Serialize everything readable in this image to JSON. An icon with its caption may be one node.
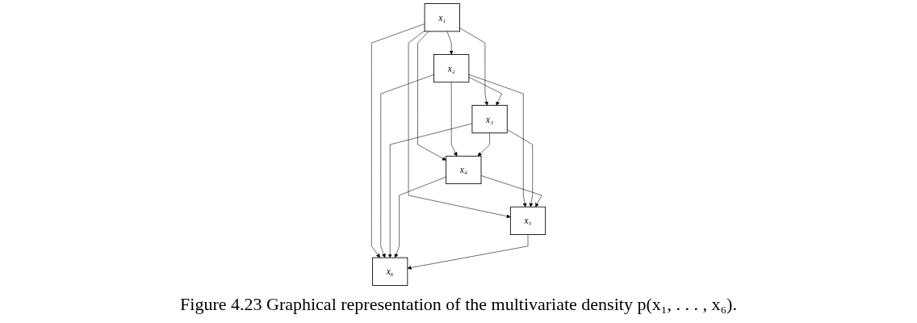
{
  "diagram": {
    "caption": "Figure 4.23 Graphical representation of the multivariate density p(x₁, . . . , x₆).",
    "nodes": [
      {
        "text": [
          "x₁"
        ]
      },
      {
        "text": [
          "x₂"
        ]
      },
      {
        "text": [
          "x₃"
        ]
      },
      {
        "text": [
          "x₄"
        ]
      },
      {
        "text": [
          "x₅"
        ]
      },
      {
        "text": [
          "x₆"
        ]
      }
    ],
    "edges": [
      {
        "from": 0,
        "to": 1,
        "arrow": "to"
      },
      {
        "from": 0,
        "to": 2,
        "arrow": "to"
      },
      {
        "from": 0,
        "to": 3,
        "arrow": "to"
      },
      {
        "from": 0,
        "to": 4,
        "arrow": "to"
      },
      {
        "from": 0,
        "to": 5,
        "arrow": "to"
      },
      {
        "from": 1,
        "to": 2,
        "arrow": "to"
      },
      {
        "from": 1,
        "to": 3,
        "arrow": "to"
      },
      {
        "from": 1,
        "to": 4,
        "arrow": "to"
      },
      {
        "from": 1,
        "to": 5,
        "arrow": "to"
      },
      {
        "from": 2,
        "to": 3,
        "arrow": "to"
      },
      {
        "from": 2,
        "to": 4,
        "arrow": "to"
      },
      {
        "from": 2,
        "to": 5,
        "arrow": "to"
      },
      {
        "from": 3,
        "to": 4,
        "arrow": "to"
      },
      {
        "from": 3,
        "to": 5,
        "arrow": "to"
      },
      {
        "from": 4,
        "to": 5,
        "arrow": "to"
      }
    ]
  }
}
